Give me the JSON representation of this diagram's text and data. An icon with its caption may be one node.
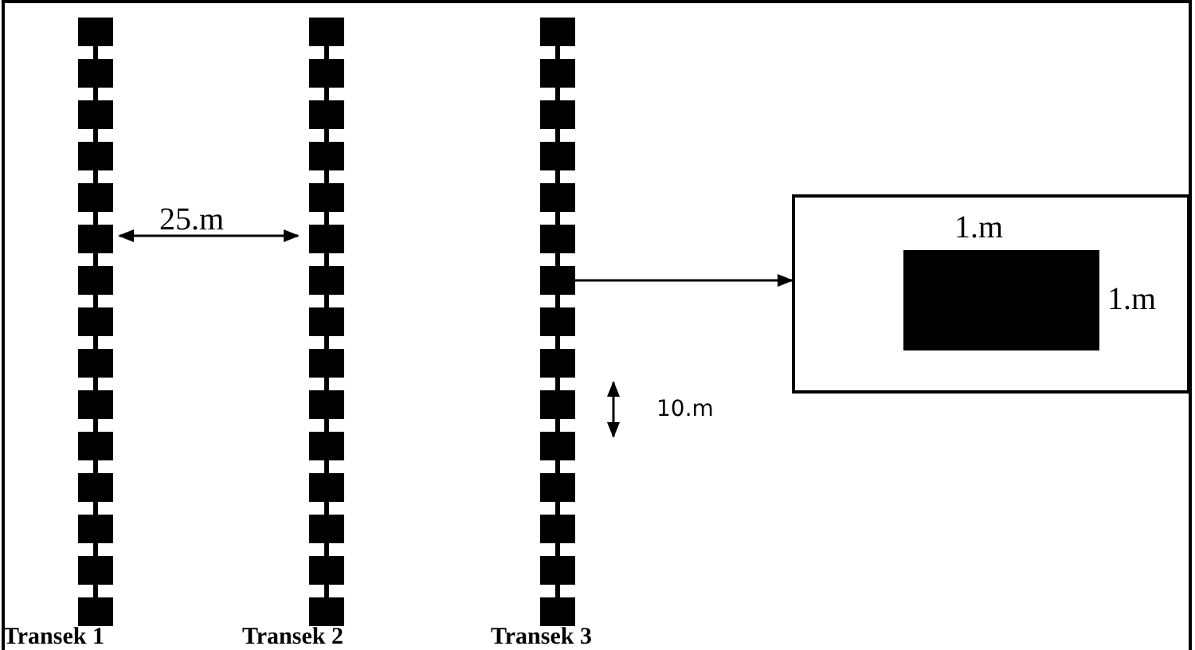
{
  "diagram": {
    "nodes": [
      {
        "text": [],
        "shape": "box"
      },
      {
        "text": [],
        "shape": "box"
      },
      {
        "text": [],
        "shape": "box",
        "in": 1,
        "beside": [
          "1.m",
          "1.m"
        ]
      }
    ],
    "edges": [
      {
        "from": 0,
        "to": 1,
        "arrow": "to"
      }
    ],
    "labels": [
      "25.m",
      "10.m",
      "Transek 1",
      "Transek 2",
      "Transek 3"
    ]
  }
}
